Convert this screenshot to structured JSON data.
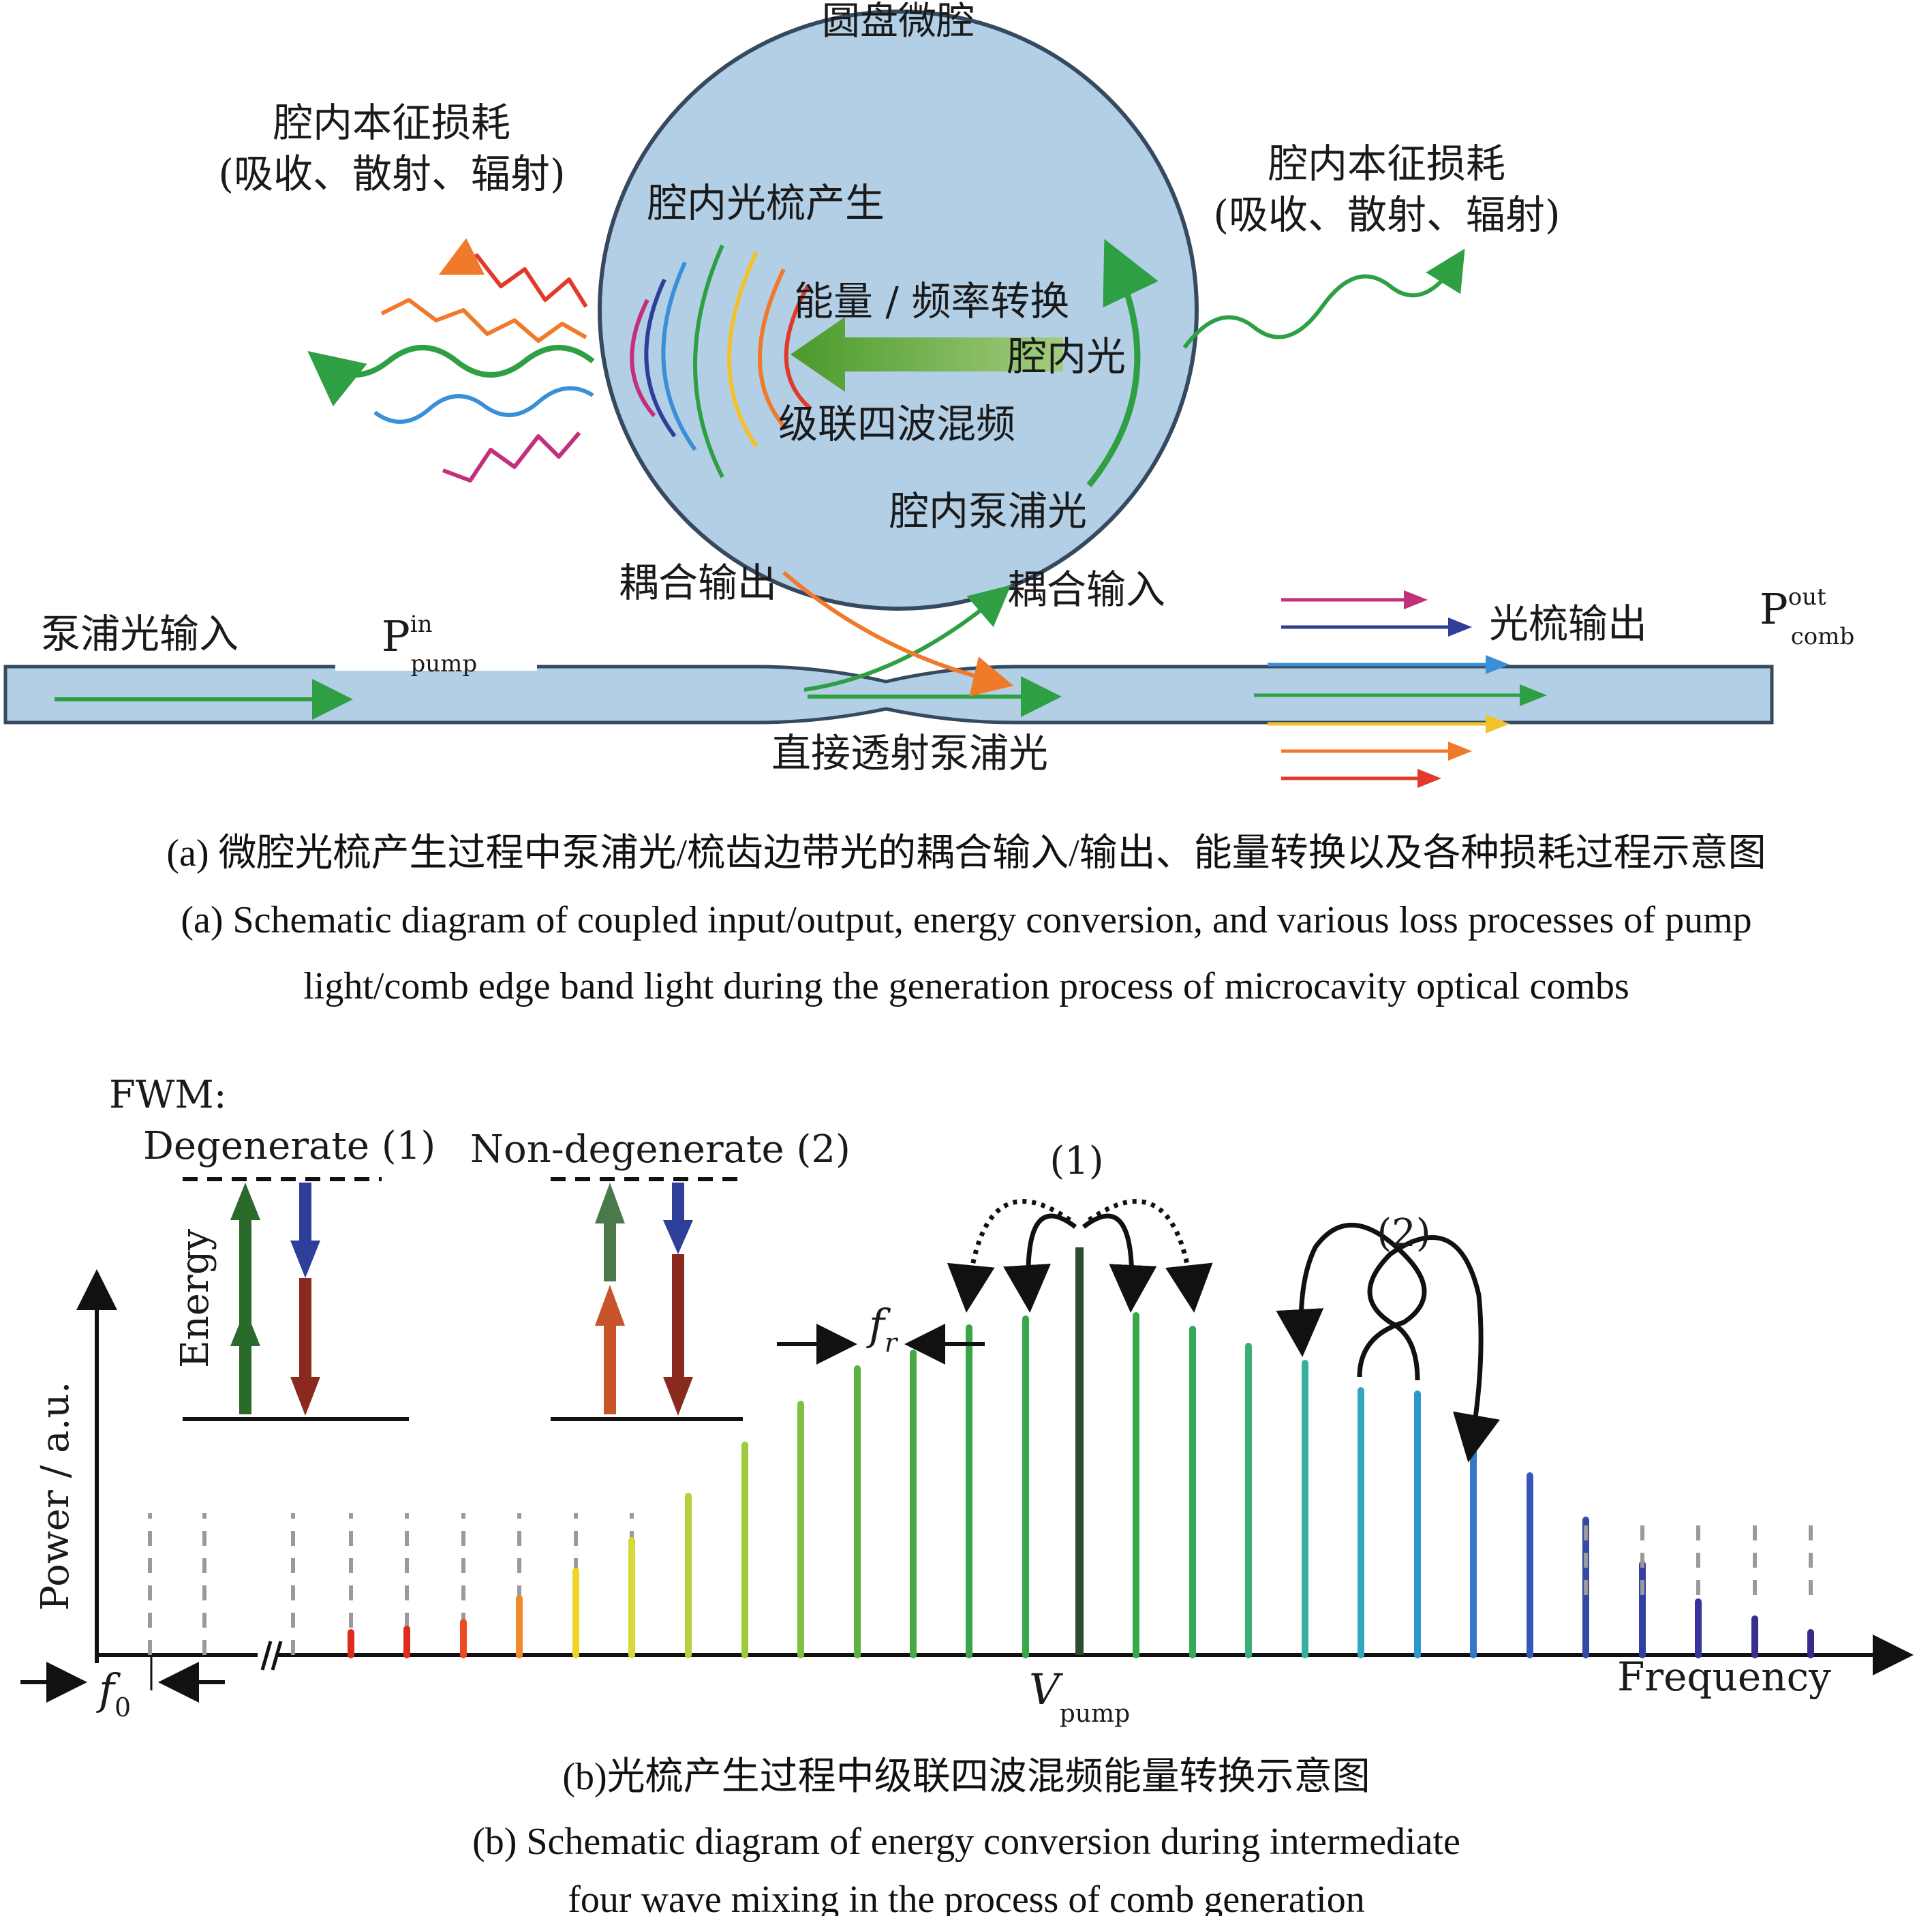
{
  "panel_a": {
    "disk_title": "圆盘微腔",
    "loss_left_line1": "腔内本征损耗",
    "loss_left_line2": "(吸收、散射、辐射)",
    "loss_right_line1": "腔内本征损耗",
    "loss_right_line2": "(吸收、散射、辐射)",
    "comb_generation": "腔内光梳产生",
    "energy_conversion": "能量 / 频率转换",
    "intracavity_light": "腔内光",
    "cascaded_fwm": "级联四波混频",
    "intracavity_pump": "腔内泵浦光",
    "coupling_out": "耦合输出",
    "coupling_in": "耦合输入",
    "pump_input": "泵浦光输入",
    "p_pump_main": "P",
    "p_pump_sup": "in",
    "p_pump_sub": "pump",
    "comb_output": "光梳输出",
    "p_comb_main": "P",
    "p_comb_sup": "out",
    "p_comb_sub": "comb",
    "direct_transmission": "直接透射泵浦光",
    "caption_cn": "(a) 微腔光梳产生过程中泵浦光/梳齿边带光的耦合输入/输出、能量转换以及各种损耗过程示意图",
    "caption_en_line1": "(a) Schematic diagram of coupled input/output, energy conversion, and various loss processes of pump",
    "caption_en_line2": "light/comb edge band light during the generation process of microcavity optical combs"
  },
  "panel_b": {
    "fwm_label": "FWM:",
    "degenerate": "Degenerate (1)",
    "nondegenerate": "Non-degenerate (2)",
    "energy_axis": "Energy",
    "y_axis": "Power / a.u.",
    "x_axis": "Frequency",
    "label_1": "(1)",
    "label_2": "(2)",
    "fr_main": "f",
    "fr_sub": "r",
    "f0_main": "f",
    "f0_sub": "0",
    "vpump_main": "V",
    "vpump_sub": "pump",
    "caption_cn": "(b)光梳产生过程中级联四波混频能量转换示意图",
    "caption_en_line1": "(b) Schematic diagram of energy conversion during intermediate",
    "caption_en_line2": "four wave mixing in the process of comb generation"
  },
  "colors": {
    "disk_fill": "#b3cfe6",
    "disk_stroke": "#36495f",
    "waveguide_fill": "#b3cfe6",
    "pump_green": "#2ea043",
    "arrow_orange": "#f07a2a"
  }
}
